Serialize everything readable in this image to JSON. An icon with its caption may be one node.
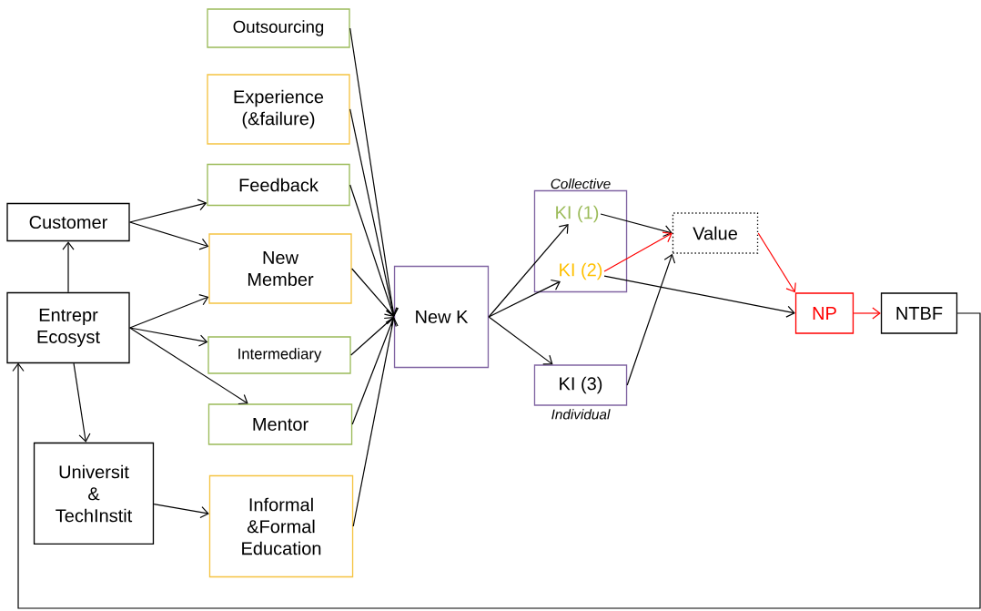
{
  "diagram": {
    "nodes": [
      {
        "text": [
          "Outsourcing"
        ]
      },
      {
        "text": [
          "Experience (&failure)"
        ]
      },
      {
        "text": [
          "Feedback"
        ]
      },
      {
        "text": [
          "Customer"
        ]
      },
      {
        "text": [
          "New Member"
        ]
      },
      {
        "text": [
          "Entrepr Ecosyst"
        ]
      },
      {
        "text": [
          "Intermediary"
        ]
      },
      {
        "text": [
          "Mentor"
        ]
      },
      {
        "text": [
          "Universit & TechInstit"
        ]
      },
      {
        "text": [
          "Informal &Formal Education"
        ]
      },
      {
        "text": [
          "New K"
        ]
      },
      {
        "text": [
          "Collective"
        ]
      },
      {
        "text": [
          "KI (1)"
        ],
        "in": 11
      },
      {
        "text": [
          "KI (2)"
        ],
        "in": 11
      },
      {
        "text": [
          "KI (3)"
        ],
        "beside": [
          "Individual"
        ]
      },
      {
        "text": [
          "Value"
        ]
      },
      {
        "text": [
          "NP"
        ]
      },
      {
        "text": [
          "NTBF"
        ]
      }
    ],
    "edges": [
      {
        "from": 3,
        "to": 2,
        "arrow": "to"
      },
      {
        "from": 3,
        "to": 4,
        "arrow": "to"
      },
      {
        "from": 5,
        "to": 3,
        "arrow": "to"
      },
      {
        "from": 5,
        "to": 4,
        "arrow": "to"
      },
      {
        "from": 5,
        "to": 6,
        "arrow": "to"
      },
      {
        "from": 5,
        "to": 7,
        "arrow": "to"
      },
      {
        "from": 5,
        "to": 8,
        "arrow": "to"
      },
      {
        "from": 8,
        "to": 9,
        "arrow": "to"
      },
      {
        "from": 0,
        "to": 10,
        "arrow": "to"
      },
      {
        "from": 1,
        "to": 10,
        "arrow": "to"
      },
      {
        "from": 2,
        "to": 10,
        "arrow": "to"
      },
      {
        "from": 4,
        "to": 10,
        "arrow": "to"
      },
      {
        "from": 6,
        "to": 10,
        "arrow": "to"
      },
      {
        "from": 7,
        "to": 10,
        "arrow": "to"
      },
      {
        "from": 9,
        "to": 10,
        "arrow": "to"
      },
      {
        "from": 10,
        "to": 12,
        "arrow": "to"
      },
      {
        "from": 10,
        "to": 13,
        "arrow": "to"
      },
      {
        "from": 10,
        "to": 14,
        "arrow": "to"
      },
      {
        "from": 12,
        "to": 15,
        "arrow": "to"
      },
      {
        "from": 13,
        "to": 15,
        "arrow": "to",
        "color": "#ff0000"
      },
      {
        "from": 14,
        "to": 15,
        "arrow": "to"
      },
      {
        "from": 13,
        "to": 16,
        "arrow": "to"
      },
      {
        "from": 15,
        "to": 16,
        "arrow": "to",
        "color": "#ff0000"
      },
      {
        "from": 16,
        "to": 17,
        "arrow": "to",
        "color": "#ff0000"
      },
      {
        "from": 17,
        "to": 5,
        "arrow": "to"
      }
    ]
  }
}
